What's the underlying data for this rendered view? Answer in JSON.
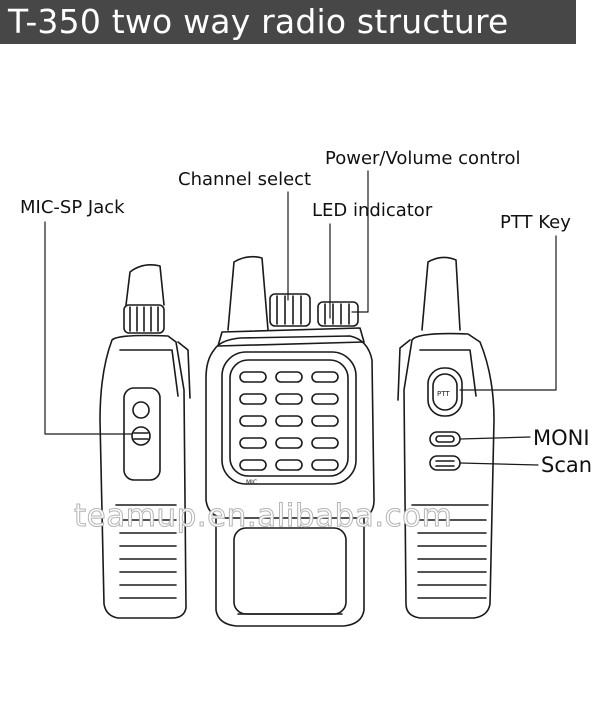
{
  "title": "T-350 two way radio structure",
  "labels": {
    "power_volume": "Power/Volume control",
    "channel_select": "Channel select",
    "led_indicator": "LED indicator",
    "mic_sp_jack": "MIC-SP Jack",
    "ptt_key": "PTT Key",
    "moni": "MONI",
    "scan": "Scan"
  },
  "device_text": {
    "ptt_button": "PTT",
    "mic": "MIC"
  },
  "watermark": "teamup.en.alibaba.com",
  "colors": {
    "title_bg": "#474747",
    "title_fg": "#ffffff",
    "line": "#1a1a1a"
  }
}
